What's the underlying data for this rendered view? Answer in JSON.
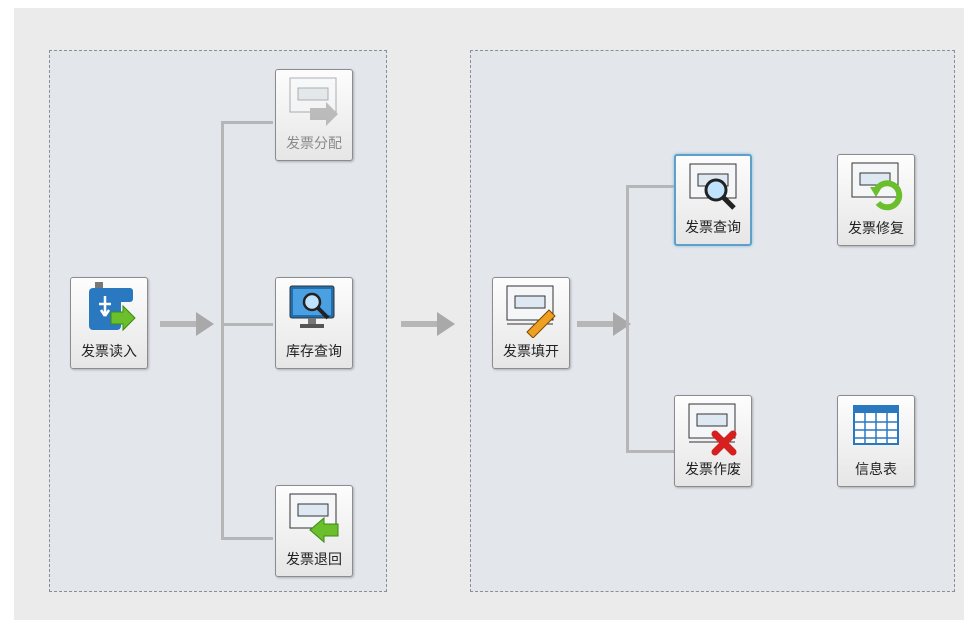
{
  "tiles": {
    "invoice_read": {
      "label": "发票读入",
      "icon": "usb-import-icon"
    },
    "invoice_allocate": {
      "label": "发票分配",
      "icon": "invoice-forward-icon"
    },
    "inventory_query": {
      "label": "库存查询",
      "icon": "monitor-search-icon"
    },
    "invoice_return": {
      "label": "发票退回",
      "icon": "invoice-return-icon"
    },
    "invoice_fill": {
      "label": "发票填开",
      "icon": "invoice-edit-icon"
    },
    "invoice_query": {
      "label": "发票查询",
      "icon": "invoice-search-icon"
    },
    "invoice_repair": {
      "label": "发票修复",
      "icon": "invoice-repair-icon"
    },
    "invoice_void": {
      "label": "发票作废",
      "icon": "invoice-void-icon"
    },
    "info_table": {
      "label": "信息表",
      "icon": "table-icon"
    }
  },
  "colors": {
    "selected_border": "#5f9fc8",
    "arrow": "#b6b6b6",
    "panel": "#e3e7ec"
  }
}
